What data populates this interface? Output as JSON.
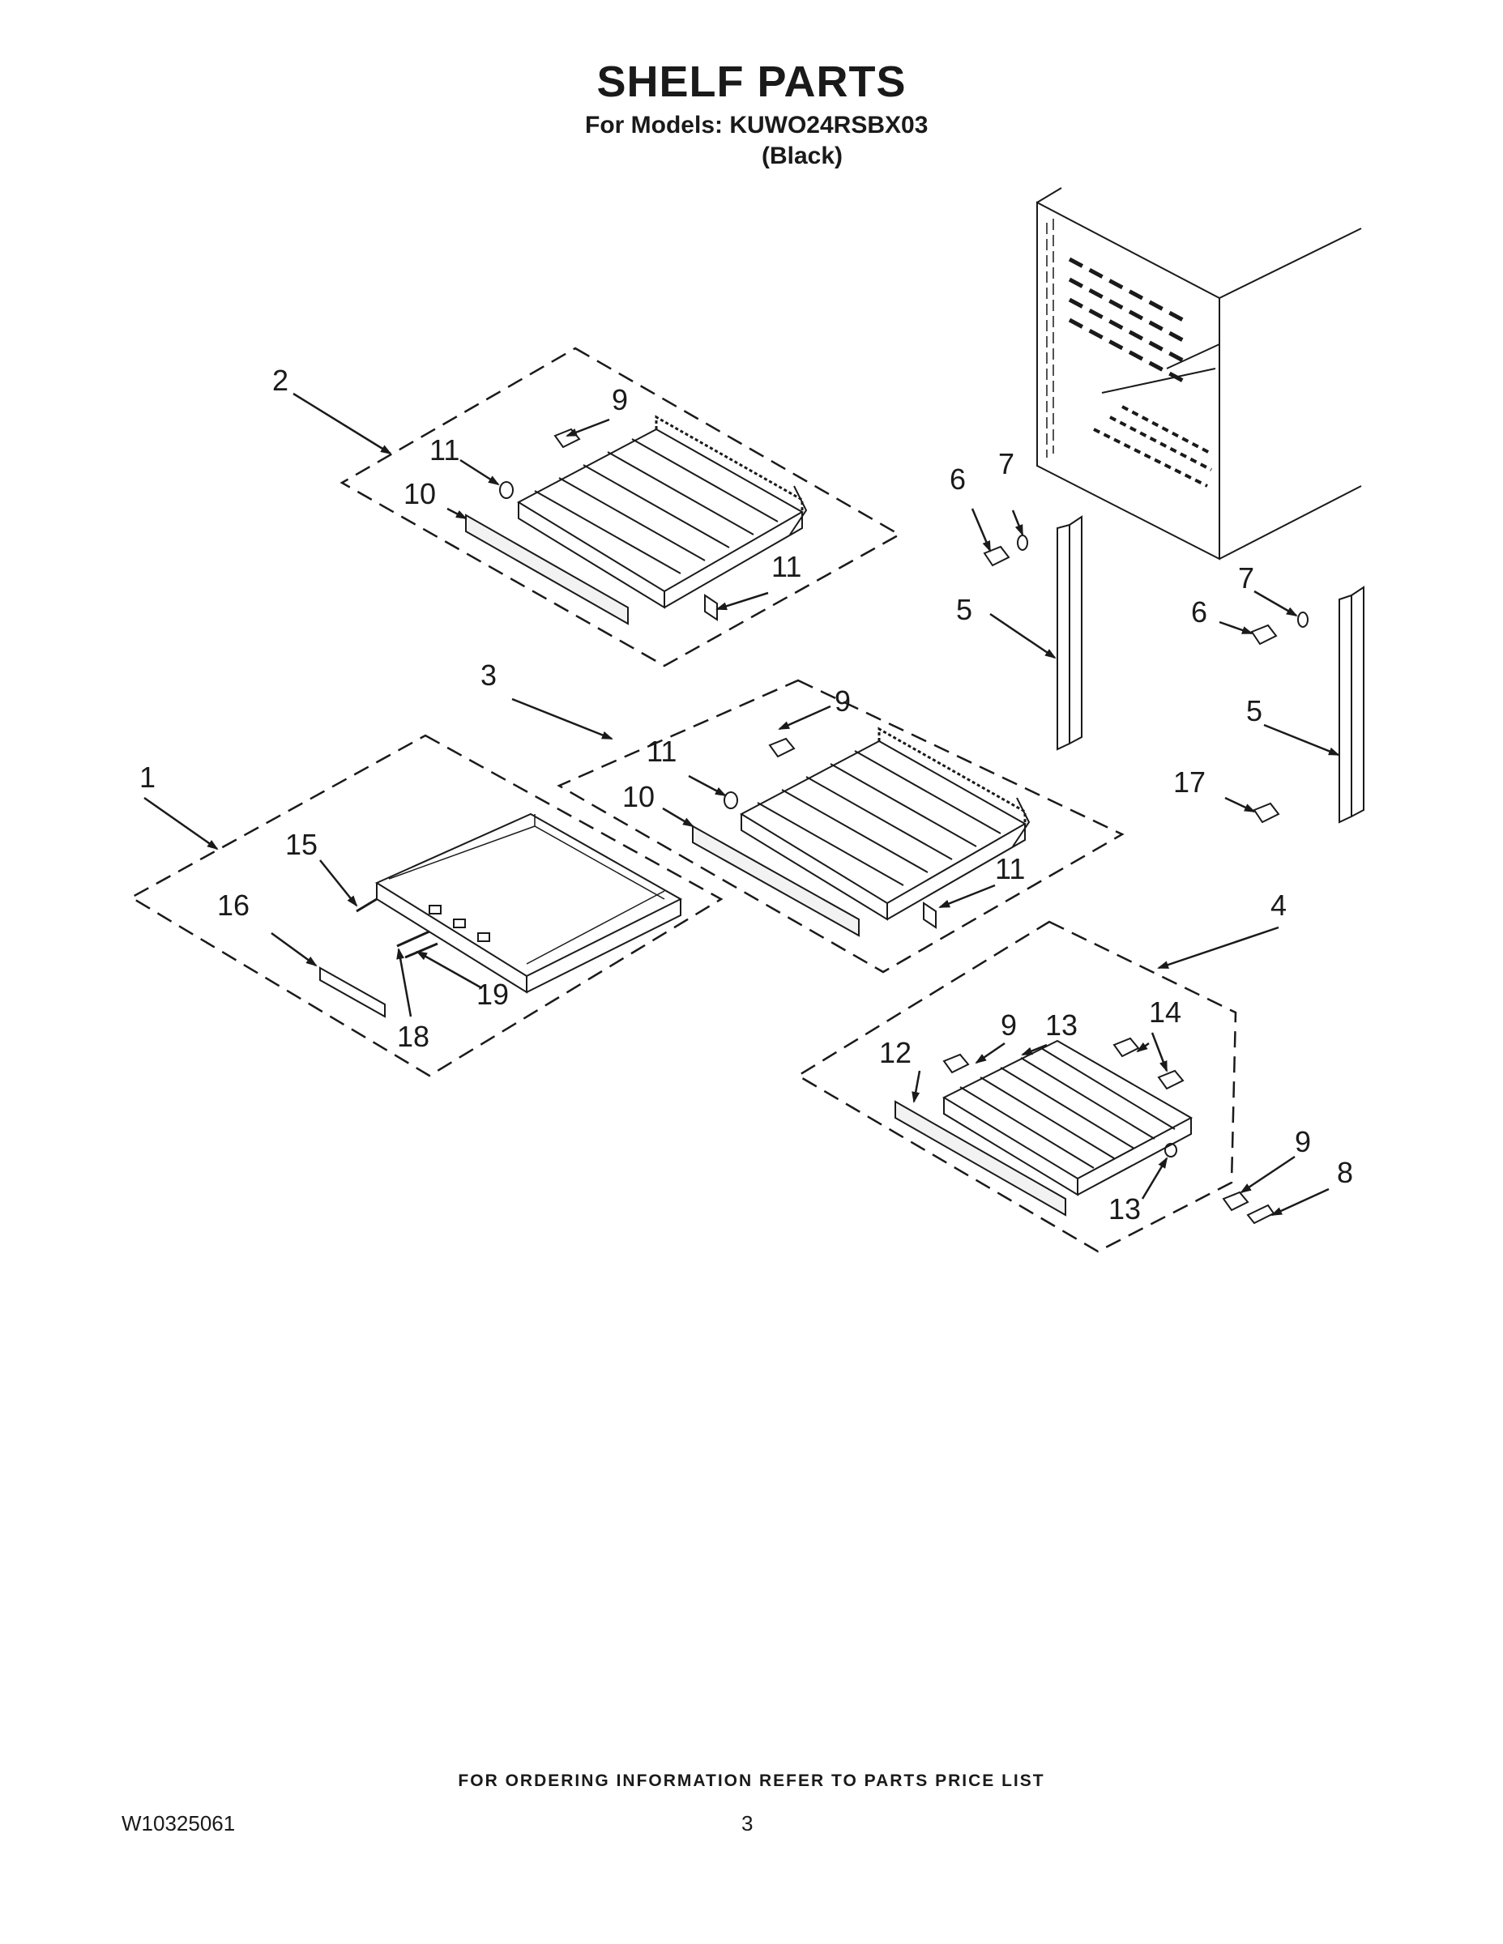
{
  "header": {
    "title": "SHELF PARTS",
    "models_line": "For Models: KUWO24RSBX03",
    "variant": "(Black)"
  },
  "callouts": [
    "1",
    "2",
    "3",
    "4",
    "5",
    "5",
    "6",
    "6",
    "7",
    "7",
    "8",
    "9",
    "9",
    "9",
    "9",
    "10",
    "10",
    "11",
    "11",
    "11",
    "11",
    "12",
    "13",
    "13",
    "14",
    "15",
    "16",
    "17",
    "18",
    "19"
  ],
  "footer": {
    "note": "FOR ORDERING INFORMATION REFER TO PARTS PRICE LIST",
    "doc_number": "W10325061",
    "page": "3"
  }
}
